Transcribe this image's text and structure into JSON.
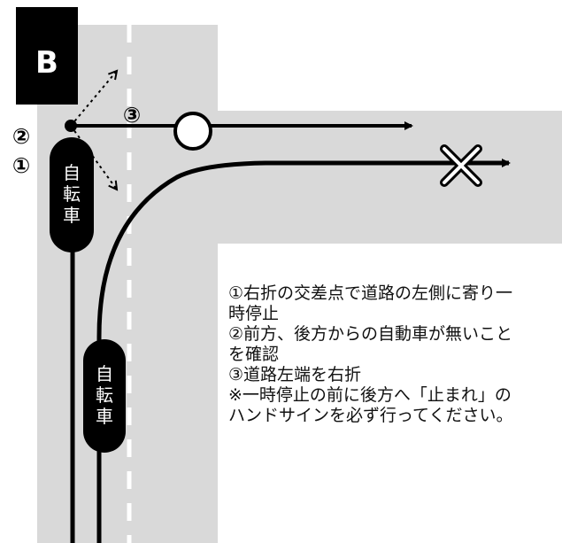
{
  "labels": {
    "corner": "B",
    "step2": "②",
    "step1": "①",
    "step3": "③",
    "bike_upper": [
      "自",
      "転",
      "車"
    ],
    "bike_lower": [
      "自",
      "転",
      "車"
    ]
  },
  "instructions": [
    "①右折の交差点で道路の左側に寄り一",
    "時停止",
    "②前方、後方からの自動車が無いこと",
    "を確認",
    "③道路左端を右折",
    "※一時停止の前に後方へ「止まれ」の",
    "ハンドサインを必ず行ってください。"
  ],
  "symbols": {
    "ok": "circle-ok-icon",
    "ng": "cross-ng-icon"
  },
  "colors": {
    "road": "#d9d9d9",
    "line": "#000000",
    "background": "#ffffff"
  }
}
